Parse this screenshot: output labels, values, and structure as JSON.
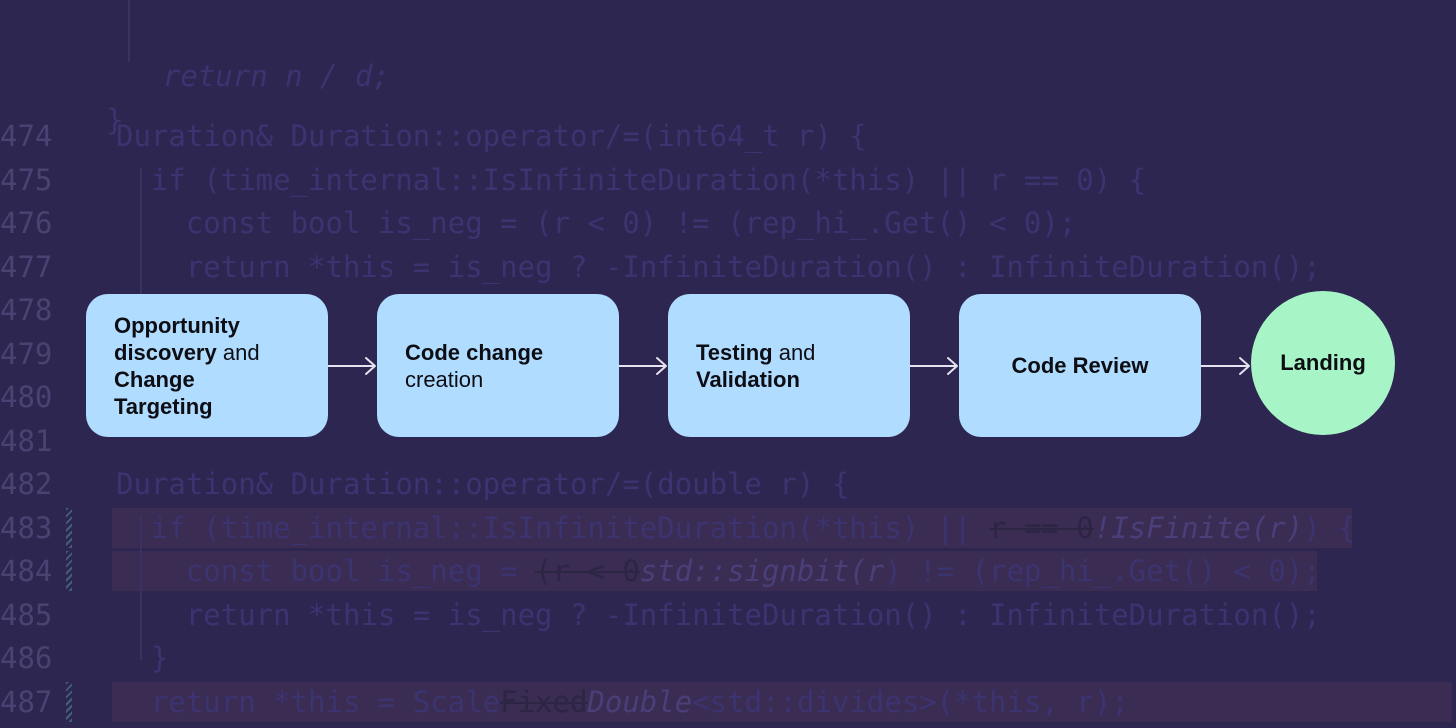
{
  "code": {
    "top_lines": [
      {
        "text": "  return n / d;"
      },
      {
        "text": "}"
      }
    ],
    "lines": [
      {
        "num": "474",
        "text": "Duration& Duration::operator/=(int64_t r) {"
      },
      {
        "num": "475",
        "text": "  if (time_internal::IsInfiniteDuration(*this) || r == 0) {"
      },
      {
        "num": "476",
        "text": "    const bool is_neg = (r < 0) != (rep_hi_.Get() < 0);"
      },
      {
        "num": "477",
        "text": "    return *this = is_neg ? -InfiniteDuration() : InfiniteDuration();"
      },
      {
        "num": "478",
        "text": ""
      },
      {
        "num": "479",
        "text": ""
      },
      {
        "num": "480",
        "text": ""
      },
      {
        "num": "481",
        "text": ""
      },
      {
        "num": "482",
        "text": "Duration& Duration::operator/=(double r) {"
      },
      {
        "num": "483",
        "pre": "  if (time_internal::IsInfiniteDuration(*this) || ",
        "del": "r == 0",
        "add": "!IsFinite(r)",
        "post": ") {"
      },
      {
        "num": "484",
        "pre": "    const bool is_neg = ",
        "del": "(r < 0",
        "add": "std::signbit(r",
        "post": ") != (rep_hi_.Get() < 0);"
      },
      {
        "num": "485",
        "text": "    return *this = is_neg ? -InfiniteDuration() : InfiniteDuration();"
      },
      {
        "num": "486",
        "text": "  }"
      },
      {
        "num": "487",
        "pre": "  return *this = Scale",
        "del": "Fixed",
        "add": "Double",
        "post": "<std::divides>(*this, r);"
      }
    ]
  },
  "diagram": {
    "steps": [
      {
        "parts": [
          {
            "text": "Opportunity",
            "bold": true,
            "br": true
          },
          {
            "text": "discovery",
            "bold": true
          },
          {
            "text": " and",
            "bold": false,
            "br": true
          },
          {
            "text": "Change",
            "bold": true,
            "br": true
          },
          {
            "text": "Targeting",
            "bold": true
          }
        ]
      },
      {
        "parts": [
          {
            "text": "Code change",
            "bold": true,
            "br": true
          },
          {
            "text": "creation",
            "bold": false
          }
        ]
      },
      {
        "parts": [
          {
            "text": "Testing",
            "bold": true
          },
          {
            "text": " and",
            "bold": false,
            "br": true
          },
          {
            "text": "Validation",
            "bold": true
          }
        ]
      },
      {
        "parts": [
          {
            "text": "Code Review",
            "bold": true
          }
        ]
      }
    ],
    "final_step": "Landing"
  },
  "colors": {
    "background": "#2d2650",
    "box_fill": "#b0dcff",
    "circle_fill": "#a7f5c6",
    "arrow": "#e6e2f0"
  }
}
